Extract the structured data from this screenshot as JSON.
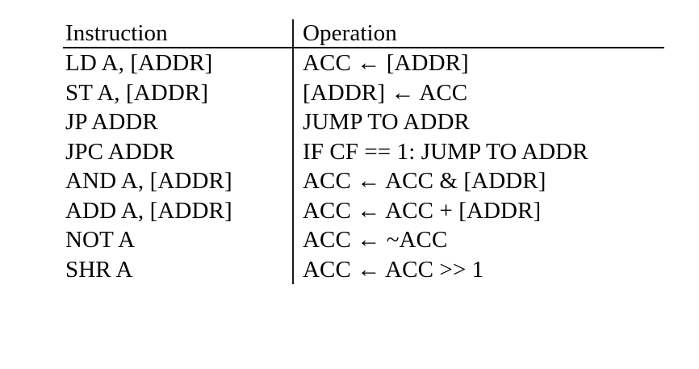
{
  "table": {
    "columns": [
      {
        "key": "instruction",
        "label": "Instruction"
      },
      {
        "key": "operation",
        "label": "Operation"
      }
    ],
    "rows": [
      {
        "instruction": "LD A, [ADDR]",
        "operation": "ACC ← [ADDR]"
      },
      {
        "instruction": "ST A, [ADDR]",
        "operation": "[ADDR] ← ACC"
      },
      {
        "instruction": "JP ADDR",
        "operation": "JUMP TO ADDR"
      },
      {
        "instruction": "JPC ADDR",
        "operation": "IF CF == 1: JUMP TO ADDR"
      },
      {
        "instruction": "AND A, [ADDR]",
        "operation": "ACC ← ACC & [ADDR]"
      },
      {
        "instruction": "ADD A, [ADDR]",
        "operation": "ACC ← ACC + [ADDR]"
      },
      {
        "instruction": "NOT A",
        "operation": "ACC ← ~ACC"
      },
      {
        "instruction": "SHR A",
        "operation": "ACC ← ACC >> 1"
      }
    ]
  },
  "style": {
    "background_color": "#ffffff",
    "text_color": "#000000",
    "rule_color": "#000000",
    "divider_color": "#1a1a1a"
  }
}
